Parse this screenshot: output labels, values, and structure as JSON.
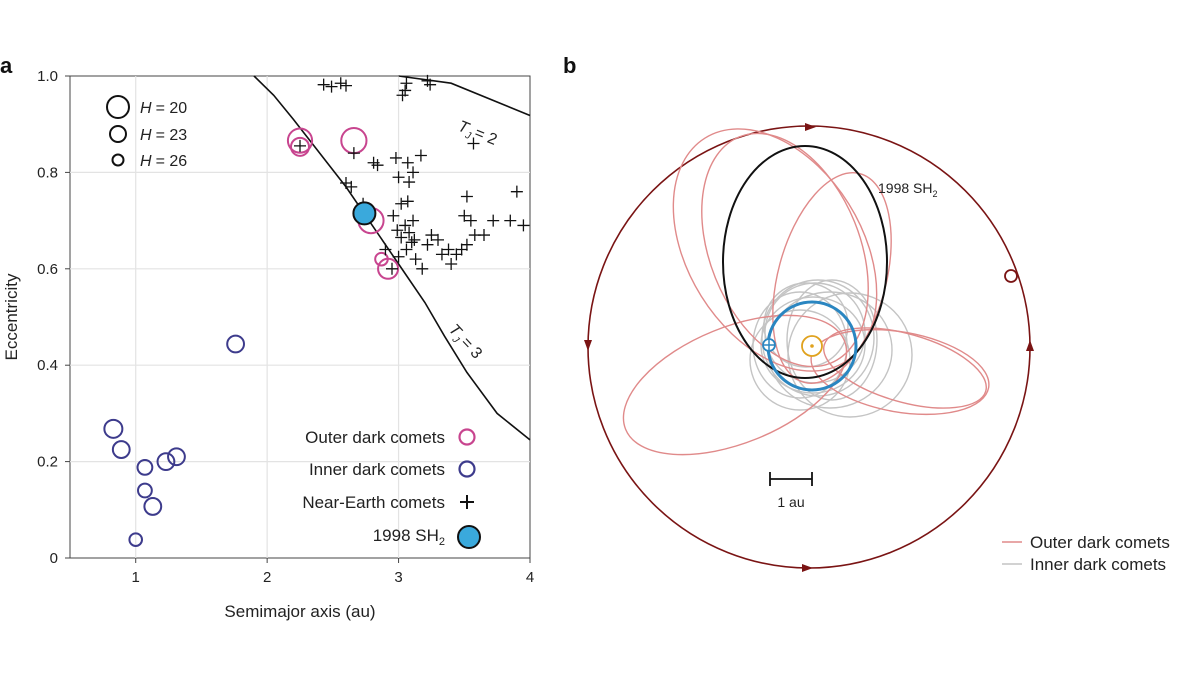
{
  "panels": {
    "a": {
      "label": "a"
    },
    "b": {
      "label": "b"
    }
  },
  "chart_data": [
    {
      "type": "scatter",
      "panel": "a",
      "xlabel": "Semimajor axis (au)",
      "ylabel": "Eccentricity",
      "xlim": [
        0.5,
        4
      ],
      "ylim": [
        0,
        1
      ],
      "xticks": [
        1,
        2,
        3,
        4
      ],
      "yticks": [
        0,
        0.2,
        0.4,
        0.6,
        0.8,
        1.0
      ],
      "ytick_labels": [
        "0",
        "0.2",
        "0.4",
        "0.6",
        "0.8",
        "1.0"
      ],
      "grid": true,
      "size_legend": [
        {
          "prefix": "H",
          "value": "= 20",
          "H": 20
        },
        {
          "prefix": "H",
          "value": "= 23",
          "H": 23
        },
        {
          "prefix": "H",
          "value": "= 26",
          "H": 26
        }
      ],
      "legend": [
        {
          "label": "Outer dark comets",
          "marker": "circle",
          "color": "#c8458f"
        },
        {
          "label": "Inner dark comets",
          "marker": "circle",
          "color": "#3d3b8c"
        },
        {
          "label": "Near-Earth comets",
          "marker": "plus",
          "color": "#111111"
        },
        {
          "label": "1998 SH",
          "sub": "2",
          "marker": "filled-circle",
          "color": "#3aa9dc"
        }
      ],
      "curves": [
        {
          "label": "T",
          "sub": "J",
          "value": "= 2",
          "points": [
            [
              3.0,
              1.0
            ],
            [
              3.4,
              0.985
            ],
            [
              4.0,
              0.918
            ]
          ]
        },
        {
          "label": "T",
          "sub": "J",
          "value": "= 3",
          "points": [
            [
              1.9,
              1.0
            ],
            [
              2.05,
              0.96
            ],
            [
              2.2,
              0.91
            ],
            [
              2.4,
              0.84
            ],
            [
              2.6,
              0.77
            ],
            [
              2.8,
              0.69
            ],
            [
              3.0,
              0.61
            ],
            [
              3.2,
              0.53
            ],
            [
              3.35,
              0.46
            ],
            [
              3.52,
              0.385
            ],
            [
              3.75,
              0.3
            ],
            [
              4.0,
              0.245
            ]
          ]
        }
      ],
      "series": [
        {
          "name": "Outer dark comets",
          "points": [
            {
              "a": 2.25,
              "e": 0.866,
              "H": 20.5
            },
            {
              "a": 2.25,
              "e": 0.853,
              "H": 23.5
            },
            {
              "a": 2.66,
              "e": 0.866,
              "H": 20.0
            },
            {
              "a": 2.79,
              "e": 0.7,
              "H": 20.0
            },
            {
              "a": 2.87,
              "e": 0.62,
              "H": 26.0
            },
            {
              "a": 2.92,
              "e": 0.6,
              "H": 22.5
            }
          ]
        },
        {
          "name": "Inner dark comets",
          "points": [
            {
              "a": 0.83,
              "e": 0.268,
              "H": 23.5
            },
            {
              "a": 0.89,
              "e": 0.225,
              "H": 24.0
            },
            {
              "a": 1.07,
              "e": 0.188,
              "H": 25.0
            },
            {
              "a": 1.23,
              "e": 0.2,
              "H": 24.0
            },
            {
              "a": 1.31,
              "e": 0.21,
              "H": 24.0
            },
            {
              "a": 1.07,
              "e": 0.14,
              "H": 25.5
            },
            {
              "a": 1.13,
              "e": 0.107,
              "H": 24.0
            },
            {
              "a": 1.0,
              "e": 0.038,
              "H": 26.0
            },
            {
              "a": 1.76,
              "e": 0.444,
              "H": 24.0
            }
          ]
        },
        {
          "name": "Near-Earth comets",
          "points": [
            {
              "a": 2.43,
              "e": 0.982
            },
            {
              "a": 2.49,
              "e": 0.978
            },
            {
              "a": 2.56,
              "e": 0.985
            },
            {
              "a": 2.6,
              "e": 0.98
            },
            {
              "a": 3.03,
              "e": 0.96
            },
            {
              "a": 3.05,
              "e": 0.97
            },
            {
              "a": 3.06,
              "e": 0.985
            },
            {
              "a": 3.22,
              "e": 0.99
            },
            {
              "a": 3.24,
              "e": 0.982
            },
            {
              "a": 3.57,
              "e": 0.86
            },
            {
              "a": 2.25,
              "e": 0.855
            },
            {
              "a": 2.66,
              "e": 0.84
            },
            {
              "a": 2.81,
              "e": 0.82
            },
            {
              "a": 2.84,
              "e": 0.815
            },
            {
              "a": 2.98,
              "e": 0.83
            },
            {
              "a": 3.07,
              "e": 0.82
            },
            {
              "a": 3.17,
              "e": 0.835
            },
            {
              "a": 2.6,
              "e": 0.778
            },
            {
              "a": 2.64,
              "e": 0.77
            },
            {
              "a": 3.0,
              "e": 0.79
            },
            {
              "a": 3.08,
              "e": 0.78
            },
            {
              "a": 3.11,
              "e": 0.8
            },
            {
              "a": 2.73,
              "e": 0.735
            },
            {
              "a": 3.02,
              "e": 0.735
            },
            {
              "a": 3.07,
              "e": 0.74
            },
            {
              "a": 2.96,
              "e": 0.71
            },
            {
              "a": 2.99,
              "e": 0.68
            },
            {
              "a": 3.02,
              "e": 0.665
            },
            {
              "a": 3.05,
              "e": 0.69
            },
            {
              "a": 3.08,
              "e": 0.675
            },
            {
              "a": 3.11,
              "e": 0.7
            },
            {
              "a": 3.12,
              "e": 0.66
            },
            {
              "a": 3.06,
              "e": 0.64
            },
            {
              "a": 3.0,
              "e": 0.625
            },
            {
              "a": 3.1,
              "e": 0.655
            },
            {
              "a": 3.25,
              "e": 0.67
            },
            {
              "a": 3.3,
              "e": 0.66
            },
            {
              "a": 3.33,
              "e": 0.63
            },
            {
              "a": 3.38,
              "e": 0.64
            },
            {
              "a": 3.44,
              "e": 0.63
            },
            {
              "a": 3.48,
              "e": 0.64
            },
            {
              "a": 3.52,
              "e": 0.65
            },
            {
              "a": 3.55,
              "e": 0.7
            },
            {
              "a": 3.5,
              "e": 0.71
            },
            {
              "a": 3.52,
              "e": 0.75
            },
            {
              "a": 3.65,
              "e": 0.67
            },
            {
              "a": 3.72,
              "e": 0.7
            },
            {
              "a": 3.85,
              "e": 0.7
            },
            {
              "a": 3.9,
              "e": 0.76
            },
            {
              "a": 3.95,
              "e": 0.69
            },
            {
              "a": 3.4,
              "e": 0.61
            },
            {
              "a": 3.18,
              "e": 0.6
            },
            {
              "a": 3.13,
              "e": 0.62
            },
            {
              "a": 2.95,
              "e": 0.6
            },
            {
              "a": 3.22,
              "e": 0.65
            },
            {
              "a": 3.58,
              "e": 0.67
            },
            {
              "a": 2.9,
              "e": 0.64
            }
          ]
        },
        {
          "name": "1998 SH2",
          "points": [
            {
              "a": 2.74,
              "e": 0.715,
              "H": 20.5
            }
          ]
        }
      ]
    },
    {
      "type": "orbit-diagram",
      "panel": "b",
      "scale_bar": {
        "label": "1 au",
        "length_au": 1
      },
      "orbit_label": {
        "text": "1998 SH",
        "sub": "2"
      },
      "legend": [
        {
          "label": "Outer dark comets",
          "color": "#e08a8a"
        },
        {
          "label": "Inner dark comets",
          "color": "#c4c4c4"
        }
      ],
      "colors": {
        "outer": "#e08a8a",
        "inner": "#c4c4c4",
        "earth": "#2a86c1",
        "sun": "#e0a21e",
        "jupiter": "#7a1414",
        "sh2": "#111111"
      }
    }
  ]
}
